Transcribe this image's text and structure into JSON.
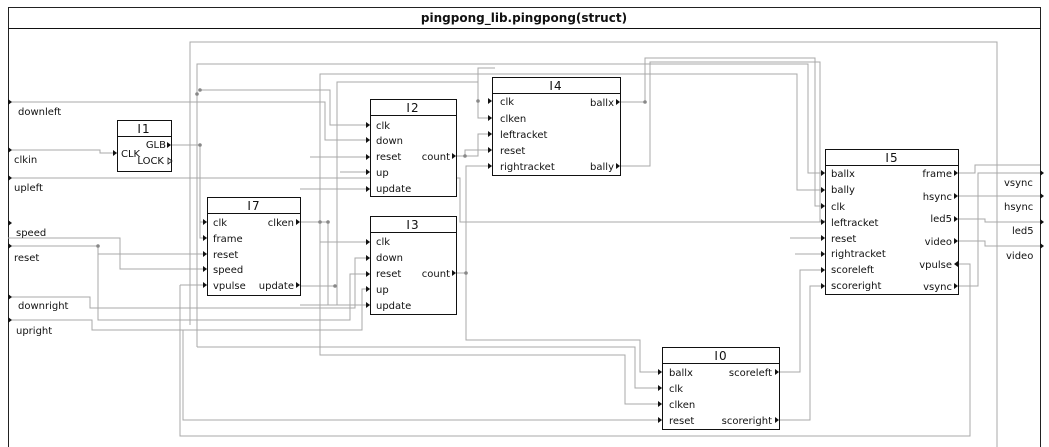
{
  "diagram": {
    "title": "pingpong_lib.pingpong(struct)",
    "input_ports": [
      "downleft",
      "clkin",
      "upleft",
      "speed",
      "reset",
      "downright",
      "upright"
    ],
    "output_ports": [
      "vsync",
      "hsync",
      "led5",
      "video"
    ],
    "blocks": {
      "I1": {
        "name": "I1",
        "inputs": [
          "CLK"
        ],
        "outputs": [
          "GLB",
          "LOCK"
        ]
      },
      "I2": {
        "name": "I2",
        "inputs": [
          "clk",
          "down",
          "reset",
          "up",
          "update"
        ],
        "outputs": [
          "count"
        ]
      },
      "I3": {
        "name": "I3",
        "inputs": [
          "clk",
          "down",
          "reset",
          "up",
          "update"
        ],
        "outputs": [
          "count"
        ]
      },
      "I4": {
        "name": "I4",
        "inputs": [
          "clk",
          "clken",
          "leftracket",
          "reset",
          "rightracket"
        ],
        "outputs": [
          "ballx",
          "bally"
        ]
      },
      "I5": {
        "name": "I5",
        "inputs": [
          "ballx",
          "bally",
          "clk",
          "leftracket",
          "reset",
          "rightracket",
          "scoreleft",
          "scoreright"
        ],
        "outputs": [
          "frame",
          "hsync",
          "led5",
          "video",
          "vpulse",
          "vsync"
        ]
      },
      "I7": {
        "name": "I7",
        "inputs": [
          "clk",
          "frame",
          "reset",
          "speed",
          "vpulse"
        ],
        "outputs": [
          "clken",
          "update"
        ]
      },
      "I0": {
        "name": "I0",
        "inputs": [
          "ballx",
          "clk",
          "clken",
          "reset"
        ],
        "outputs": [
          "scoreleft",
          "scoreright"
        ]
      }
    }
  }
}
